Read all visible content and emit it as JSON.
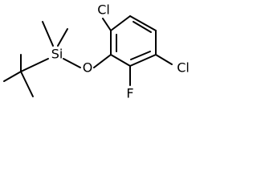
{
  "molecule": {
    "atoms": {
      "si": "Si",
      "o": "O",
      "f": "F",
      "cl_top": "Cl",
      "cl_right": "Cl"
    }
  }
}
